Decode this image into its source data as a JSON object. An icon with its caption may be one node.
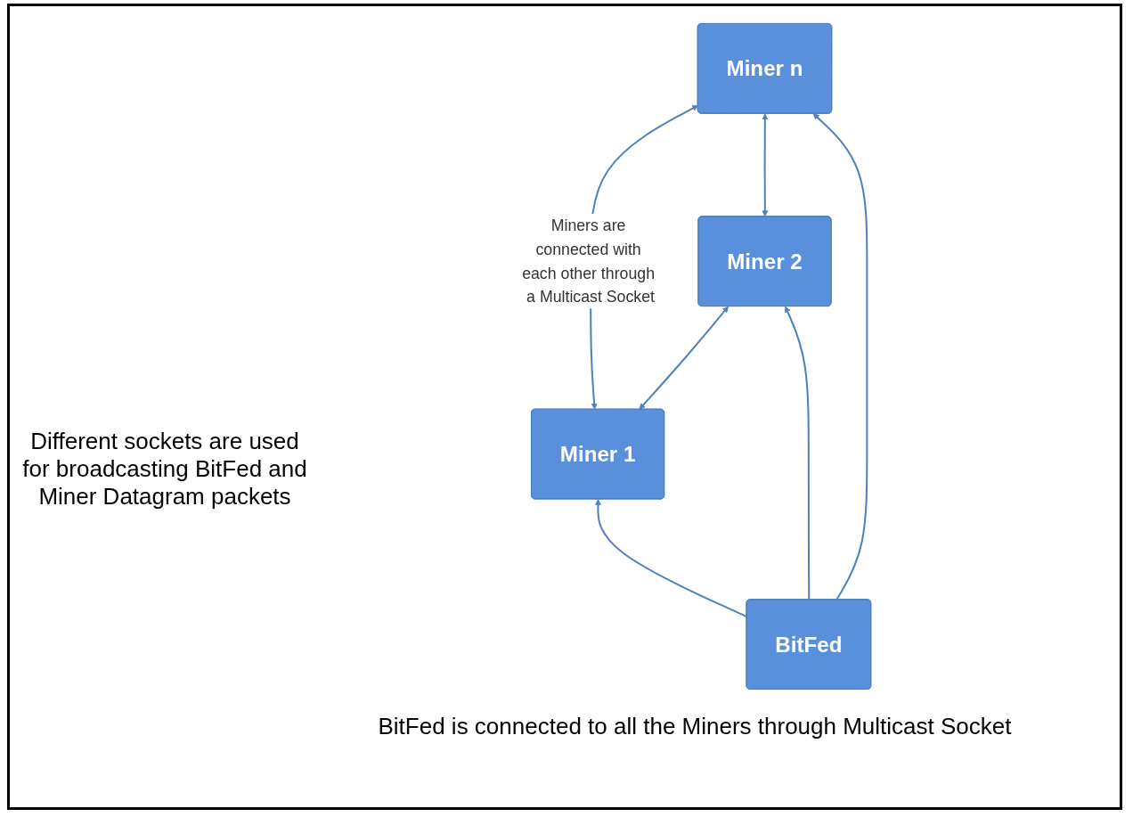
{
  "diagram": {
    "nodes": [
      {
        "text": [
          "Miner 1"
        ]
      },
      {
        "text": [
          "Miner 2"
        ]
      },
      {
        "text": [
          "Miner n"
        ]
      },
      {
        "text": [
          "BitFed"
        ],
        "beside": [
          "BitFed is connected to all the Miners through Multicast Socket"
        ]
      }
    ],
    "edges": [
      {
        "from": 0,
        "to": 2,
        "arrow": "both",
        "label": "Miners are connected with each other through a Multicast Socket"
      },
      {
        "from": 0,
        "to": 1,
        "arrow": "both"
      },
      {
        "from": 1,
        "to": 2,
        "arrow": "both"
      },
      {
        "from": 3,
        "to": 0,
        "arrow": "to"
      },
      {
        "from": 3,
        "to": 1,
        "arrow": "to"
      },
      {
        "from": 3,
        "to": 2,
        "arrow": "to"
      }
    ],
    "labels": [
      "Different sockets are used for broadcasting BitFed and Miner Datagram packets"
    ]
  }
}
